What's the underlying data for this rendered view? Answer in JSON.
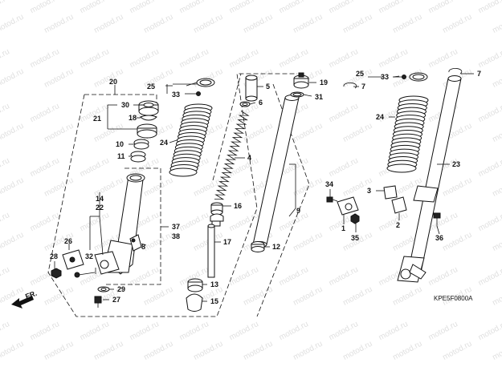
{
  "watermark": "motod.ru",
  "diagram_code": "KPE5F0800A",
  "direction_label": "FR.",
  "callouts": {
    "c1": "1",
    "c2": "2",
    "c3": "3",
    "c4": "4",
    "c5": "5",
    "c6": "6",
    "c7a": "7",
    "c7b": "7",
    "c8": "8",
    "c9": "9",
    "c10": "10",
    "c11": "11",
    "c12": "12",
    "c13": "13",
    "c14": "14",
    "c15": "15",
    "c16": "16",
    "c17": "17",
    "c18": "18",
    "c19": "19",
    "c20": "20",
    "c21": "21",
    "c22": "22",
    "c23": "23",
    "c24a": "24",
    "c24b": "24",
    "c25a": "25",
    "c25b": "25",
    "c26": "26",
    "c27": "27",
    "c28": "28",
    "c29": "29",
    "c30": "30",
    "c31": "31",
    "c32": "32",
    "c33a": "33",
    "c33b": "33",
    "c34": "34",
    "c35": "35",
    "c36": "36",
    "c37": "37",
    "c38": "38"
  }
}
